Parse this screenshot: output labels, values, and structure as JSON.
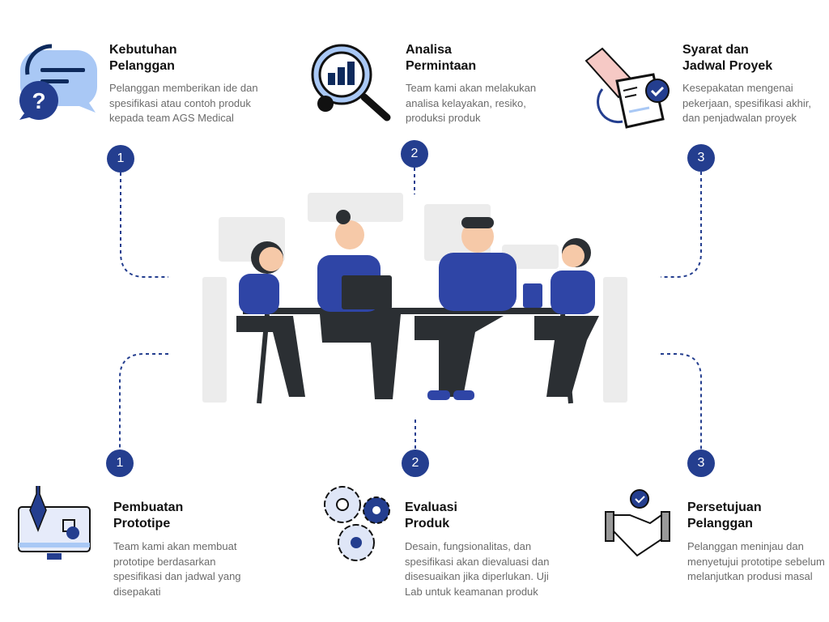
{
  "steps_top": [
    {
      "number": "1",
      "title_line1": "Kebutuhan",
      "title_line2": "Pelanggan",
      "desc": "Pelanggan memberikan ide dan spesifikasi atau contoh produk kepada team AGS Medical",
      "icon": "chat-question-icon"
    },
    {
      "number": "2",
      "title_line1": "Analisa",
      "title_line2": "Permintaan",
      "desc": "Team kami akan melakukan analisa kelayakan, resiko, produksi produk",
      "icon": "magnifier-chart-icon"
    },
    {
      "number": "3",
      "title_line1": "Syarat dan",
      "title_line2": "Jadwal Proyek",
      "desc": "Kesepakatan mengenai pekerjaan, spesifikasi akhir, dan penjadwalan proyek",
      "icon": "document-check-icon"
    }
  ],
  "steps_bottom": [
    {
      "number": "1",
      "title_line1": "Pembuatan",
      "title_line2": "Prototipe",
      "desc": "Team kami akan membuat prototipe berdasarkan spesifikasi dan jadwal yang disepakati",
      "icon": "monitor-pen-icon"
    },
    {
      "number": "2",
      "title_line1": "Evaluasi",
      "title_line2": "Produk",
      "desc": "Desain, fungsionalitas, dan spesifikasi akan dievaluasi dan disesuaikan jika diperlukan. Uji Lab untuk keamanan produk",
      "icon": "gears-icon"
    },
    {
      "number": "3",
      "title_line1": "Persetujuan",
      "title_line2": "Pelanggan",
      "desc": "Pelanggan meninjau dan menyetujui prototipe sebelum melanjutkan produsi masal",
      "icon": "handshake-check-icon"
    }
  ],
  "colors": {
    "accent": "#243e8f",
    "light": "#a9c8f5",
    "dark": "#2b2f33"
  }
}
